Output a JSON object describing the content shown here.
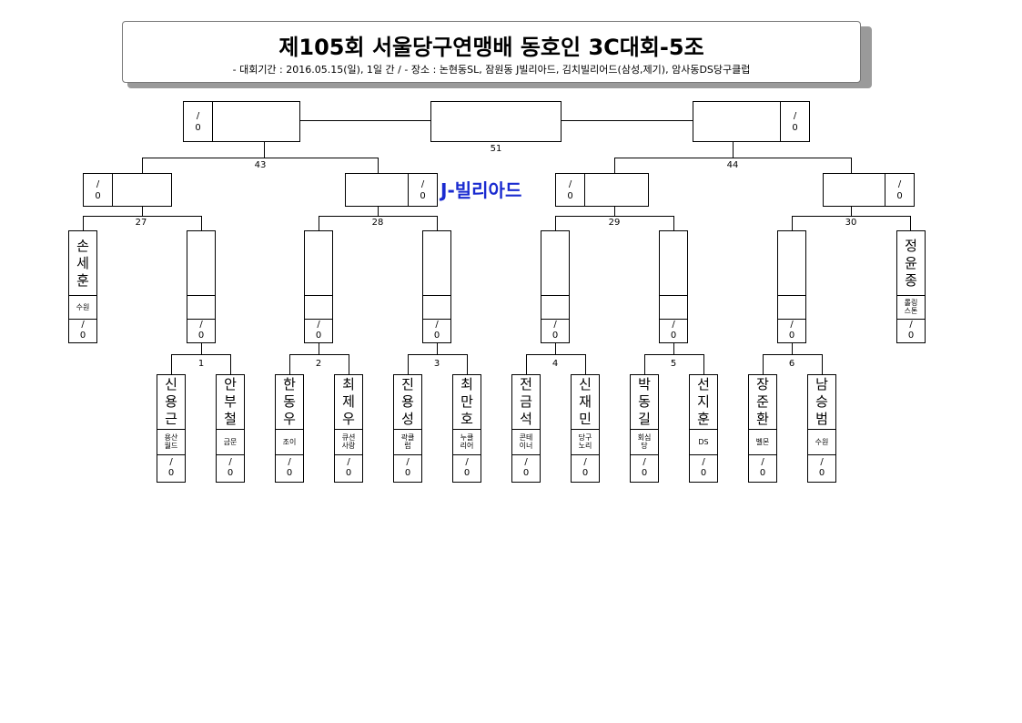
{
  "header": {
    "title": "제105회 서울당구연맹배 동호인 3C대회-5조",
    "subtitle": "-  대회기간 : 2016.05.15(일), 1일 간 / - 장소 : 논현동SL, 잠원동 J빌리아드, 김치빌리어드(삼성,제기), 암사동DS당구클럽"
  },
  "venue_label": "J-빌리아드",
  "score_placeholder": {
    "top": "/",
    "bottom": "0"
  },
  "game_numbers": {
    "g1": "1",
    "g2": "2",
    "g3": "3",
    "g4": "4",
    "g5": "5",
    "g6": "6",
    "g27": "27",
    "g28": "28",
    "g29": "29",
    "g30": "30",
    "g43": "43",
    "g44": "44",
    "g51": "51"
  },
  "seeded_players": [
    {
      "name": "손세훈",
      "chars": [
        "손",
        "세",
        "훈"
      ],
      "club": "수원"
    },
    {
      "name": "정윤종",
      "chars": [
        "정",
        "윤",
        "종"
      ],
      "club": "롤링\n스톤"
    }
  ],
  "players": [
    {
      "name": "신용근",
      "chars": [
        "신",
        "용",
        "근"
      ],
      "club": "용산\n월드"
    },
    {
      "name": "안부철",
      "chars": [
        "안",
        "부",
        "철"
      ],
      "club": "금문"
    },
    {
      "name": "한동우",
      "chars": [
        "한",
        "동",
        "우"
      ],
      "club": "조이"
    },
    {
      "name": "최제우",
      "chars": [
        "최",
        "제",
        "우"
      ],
      "club": "큐션\n사랑"
    },
    {
      "name": "진용성",
      "chars": [
        "진",
        "용",
        "성"
      ],
      "club": "곽클\n럽"
    },
    {
      "name": "최만호",
      "chars": [
        "최",
        "만",
        "호"
      ],
      "club": "누클\n리어"
    },
    {
      "name": "전금석",
      "chars": [
        "전",
        "금",
        "석"
      ],
      "club": "콘테\n이너"
    },
    {
      "name": "신재민",
      "chars": [
        "신",
        "재",
        "민"
      ],
      "club": "당구\n노리"
    },
    {
      "name": "박동길",
      "chars": [
        "박",
        "동",
        "길"
      ],
      "club": "회심\n당"
    },
    {
      "name": "선지훈",
      "chars": [
        "선",
        "지",
        "훈"
      ],
      "club": "DS"
    },
    {
      "name": "장준환",
      "chars": [
        "장",
        "준",
        "환"
      ],
      "club": "벨몬"
    },
    {
      "name": "남승범",
      "chars": [
        "남",
        "승",
        "범"
      ],
      "club": "수원"
    }
  ]
}
